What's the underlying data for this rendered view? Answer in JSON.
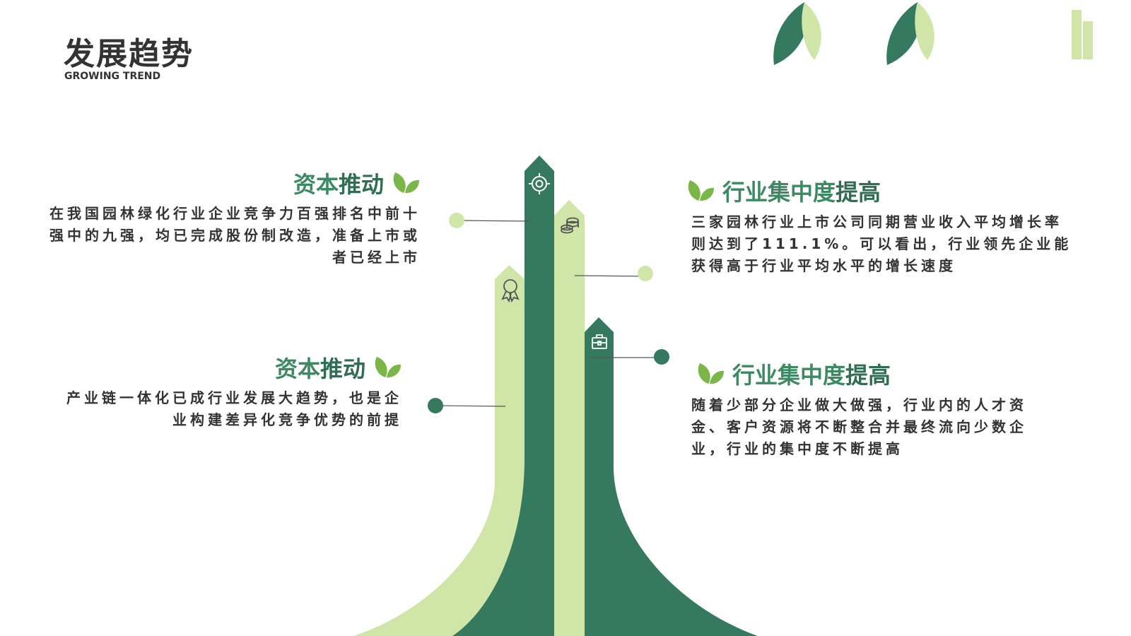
{
  "header": {
    "title": "发展趋势",
    "subtitle": "GROWING TREND"
  },
  "colors": {
    "dark_green": "#357a5f",
    "light_green": "#cfe6a8",
    "text": "#333333"
  },
  "items": [
    {
      "heading_part1": "资本",
      "heading_part2": "推动",
      "text": "在我国园林绿化行业企业竞争力百强排名中前十强中的九强，均已完成股份制改造，准备上市或者已经上市",
      "icon": "target-icon"
    },
    {
      "heading_part1": "行业集中度",
      "heading_part2": "提高",
      "text": "三家园林行业上市公司同期营业收入平均增长率则达到了111.1%。可以看出，行业领先企业能获得高于行业平均水平的增长速度",
      "icon": "coins-icon"
    },
    {
      "heading_part1": "资本",
      "heading_part2": "推动",
      "text": "产业链一体化已成行业发展大趋势，也是企业构建差异化竞争优势的前提",
      "icon": "award-icon"
    },
    {
      "heading_part1": "行业集中度",
      "heading_part2": "提高",
      "text": "随着少部分企业做大做强，行业内的人才资金、客户资源将不断整合并最终流向少数企业，行业的集中度不断提高",
      "icon": "briefcase-icon"
    }
  ]
}
